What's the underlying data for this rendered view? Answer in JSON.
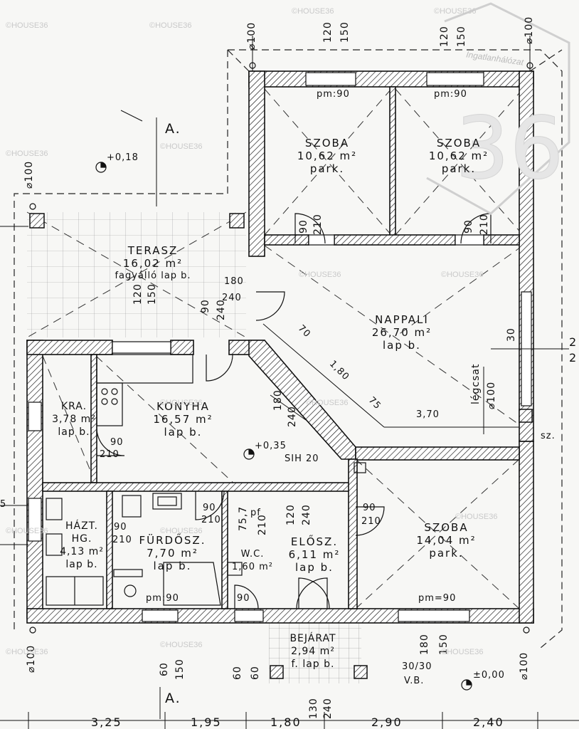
{
  "rooms": {
    "szoba1": {
      "name": "SZOBA",
      "area": "10,62 m²",
      "floor": "park."
    },
    "szoba2": {
      "name": "SZOBA",
      "area": "10,62 m²",
      "floor": "park."
    },
    "terasz": {
      "name": "TERASZ",
      "area": "16,02 m²",
      "floor": "fagyálló lap b."
    },
    "nappali": {
      "name": "NAPPALI",
      "area": "26,70 m²",
      "floor": "lap b."
    },
    "konyha": {
      "name": "KONYHA",
      "area": "16,57 m²",
      "floor": "lap b."
    },
    "kamra": {
      "name": "KRA.",
      "area": "3,78 m²",
      "floor": "lap b."
    },
    "haztartas": {
      "name": "HÁZT.",
      "sub": "HG.",
      "area": "4,13 m²",
      "floor": "lap b."
    },
    "furdo": {
      "name": "FÜRDŐSZ.",
      "area": "7,70 m²",
      "floor": "lap b."
    },
    "wc": {
      "name": "W.C.",
      "area": "1,60 m²"
    },
    "eloszoba": {
      "name": "ELŐSZ.",
      "area": "6,11 m²",
      "floor": "lap b."
    },
    "szoba3": {
      "name": "SZOBA",
      "area": "14,04 m²",
      "floor": "park."
    },
    "bejarat": {
      "name": "BEJÁRAT",
      "area": "2,94 m²",
      "floor": "f. lap b."
    }
  },
  "annotations": {
    "pm90_a": "pm:90",
    "pm90_b": "pm:90",
    "pm90_c": "pm=90",
    "pm90_d": "pm:90",
    "level_terrace": "+0,18",
    "level_inside": "+0,35",
    "level_ground": "±0,00",
    "section_a": "A.",
    "section_b": "A.",
    "section_2": "2",
    "section_2b": "2",
    "sih": "SIH 20",
    "legcsat": "légcsat",
    "legcsat_d": "⌀100",
    "pillar": "30/30",
    "vb": "V.B.",
    "sz": "sz.",
    "d370": "3,70",
    "d70": "70",
    "d180": "1,80",
    "d75": "75",
    "d30": "30",
    "d90a": "90",
    "d210a": "210",
    "d90b": "90",
    "d210b": "210",
    "d180b": "180",
    "d240": "240",
    "d90c": "90",
    "d240b": "240",
    "d120": "120",
    "d150": "150",
    "d120b": "120",
    "d150b": "150",
    "d120c": "120",
    "d150c": "150",
    "d120d": "120",
    "d240c": "240",
    "d90d": "90",
    "d210c": "210",
    "d90e": "90",
    "d210d": "210",
    "d90f": "90",
    "d210e": "210",
    "d90g": "90",
    "d210f": "210",
    "d757": "75,7",
    "pf": "pf",
    "d210g": "210",
    "d90h": "90",
    "d60a": "60",
    "d150d": "150",
    "d60b": "60",
    "d60c": "60",
    "d180c": "180",
    "d150e": "150",
    "d130": "130",
    "d240d": "240",
    "d100a": "⌀100",
    "d100b": "⌀100",
    "d100c": "⌀100",
    "d100d": "⌀100",
    "d100e": "⌀100",
    "d5": "5",
    "d180d": "180",
    "d240e": "240"
  },
  "bottom_dims": [
    "3,25",
    "1,95",
    "1,80",
    "2,90",
    "2,40"
  ],
  "watermark": "©HOUSE36",
  "stamp": "Ingatlanhálózat"
}
